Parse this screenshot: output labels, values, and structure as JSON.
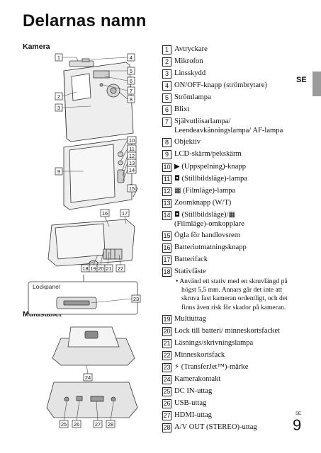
{
  "page": {
    "title": "Delarnas namn",
    "sections": {
      "camera": "Kamera",
      "stand": "Multistället"
    },
    "side_tab": "SE",
    "page_prefix": "SE",
    "page_number": "9",
    "figure": {
      "camera_front_labels": [
        "1",
        "2",
        "3",
        "4",
        "5",
        "6",
        "7",
        "8"
      ],
      "camera_back_labels": [
        "9",
        "10",
        "11",
        "12",
        "13",
        "14",
        "15"
      ],
      "camera_bottom_labels": [
        "16",
        "17",
        "18",
        "19",
        "20",
        "21",
        "22"
      ],
      "lock_panel_label": "Lockpanel",
      "lock_panel_number": "23",
      "stand_top_label": "24",
      "stand_back_labels": [
        "25",
        "26",
        "27",
        "28"
      ]
    },
    "parts": [
      {
        "n": "1",
        "label": "Avtryckare"
      },
      {
        "n": "2",
        "label": "Mikrofon"
      },
      {
        "n": "3",
        "label": "Linsskydd"
      },
      {
        "n": "4",
        "label": "ON/OFF-knapp (strömbrytare)"
      },
      {
        "n": "5",
        "label": "Strömlampa"
      },
      {
        "n": "6",
        "label": "Blixt"
      },
      {
        "n": "7",
        "label": "Självutlösarlampa/ Leendeavkänningslampa/ AF-lampa"
      },
      {
        "n": "8",
        "label": "Objektiv"
      },
      {
        "n": "9",
        "label": "LCD-skärm/pekskärm"
      },
      {
        "n": "10",
        "label": "(Uppspelning)-knapp",
        "icon": "▶"
      },
      {
        "n": "11",
        "label": "(Stillbildsläge)-lampa",
        "icon": "◘"
      },
      {
        "n": "12",
        "label": "(Filmläge)-lampa",
        "icon": "▦"
      },
      {
        "n": "13",
        "label": "Zoomknapp (W/T)"
      },
      {
        "n": "14",
        "label": "(Stillbildsläge)/",
        "icon": "◘",
        "icon2": "▦",
        "label2": "(Filmläge)-omkopplare"
      },
      {
        "n": "15",
        "label": "Ögla för handlovsrem"
      },
      {
        "n": "16",
        "label": "Batteriutmatningsknapp"
      },
      {
        "n": "17",
        "label": "Batterifack"
      },
      {
        "n": "18",
        "label": "Stativfäste",
        "note": "Använd ett stativ med en skruvlängd på högst 5,5 mm. Annars går det inte att skruva fast kameran ordentligt, och det finns även risk för skador på kameran."
      },
      {
        "n": "19",
        "label": "Multiuttag"
      },
      {
        "n": "20",
        "label": "Lock till batteri/ minneskortsfacket"
      },
      {
        "n": "21",
        "label": "Läsnings/skrivningslampa"
      },
      {
        "n": "22",
        "label": "Minneskortsfack"
      },
      {
        "n": "23",
        "label": "(TransferJet™)-märke",
        "icon": "⚡"
      },
      {
        "n": "24",
        "label": "Kamerakontakt"
      },
      {
        "n": "25",
        "label": "DC IN-uttag"
      },
      {
        "n": "26",
        "label": "USB-uttag"
      },
      {
        "n": "27",
        "label": "HDMI-uttag"
      },
      {
        "n": "28",
        "label": "A/V OUT (STEREO)-uttag"
      }
    ]
  }
}
